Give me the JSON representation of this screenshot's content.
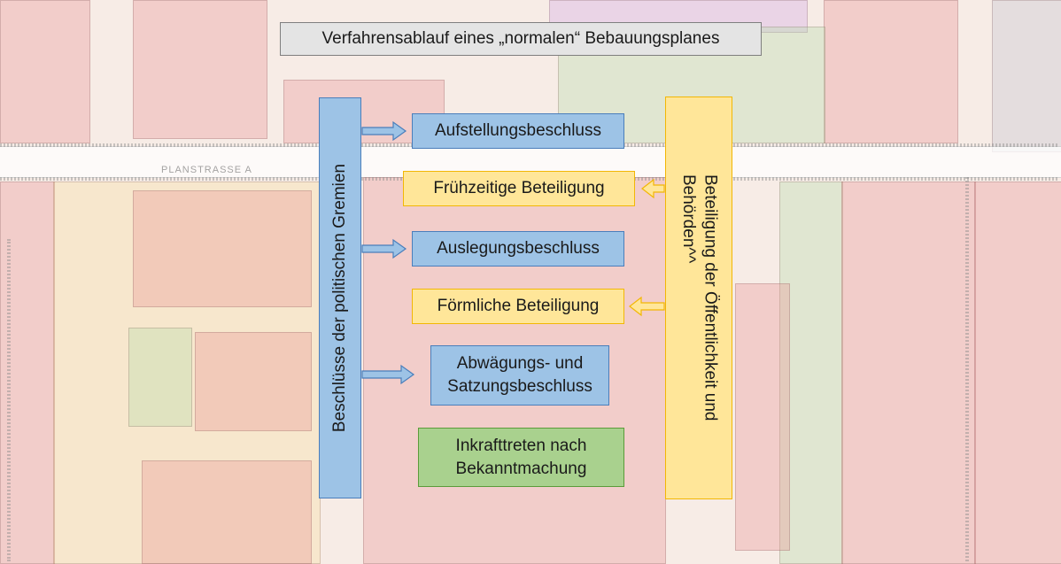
{
  "diagram": {
    "title": "Verfahrensablauf eines „normalen“ Bebauungsplanes",
    "left_column_label": "Beschlüsse der politischen Gremien",
    "right_column_label_line1": "Beteiligung der Öffentlichkeit und",
    "right_column_label_line2": "Behörden^^",
    "steps": [
      {
        "label": "Aufstellungsbeschluss",
        "color": "#9dc3e6"
      },
      {
        "label": "Frühzeitige Beteiligung",
        "color": "#ffe699"
      },
      {
        "label": "Auslegungsbeschluss",
        "color": "#9dc3e6"
      },
      {
        "label": "Förmliche Beteiligung",
        "color": "#ffe699"
      },
      {
        "label_line1": "Abwägungs- und",
        "label_line2": "Satzungsbeschluss",
        "color": "#9dc3e6"
      },
      {
        "label_line1": "Inkrafttreten nach",
        "label_line2": "Bekanntmachung",
        "color": "#a9d18e"
      }
    ],
    "background_map_label": "PLANSTRASSE A"
  }
}
